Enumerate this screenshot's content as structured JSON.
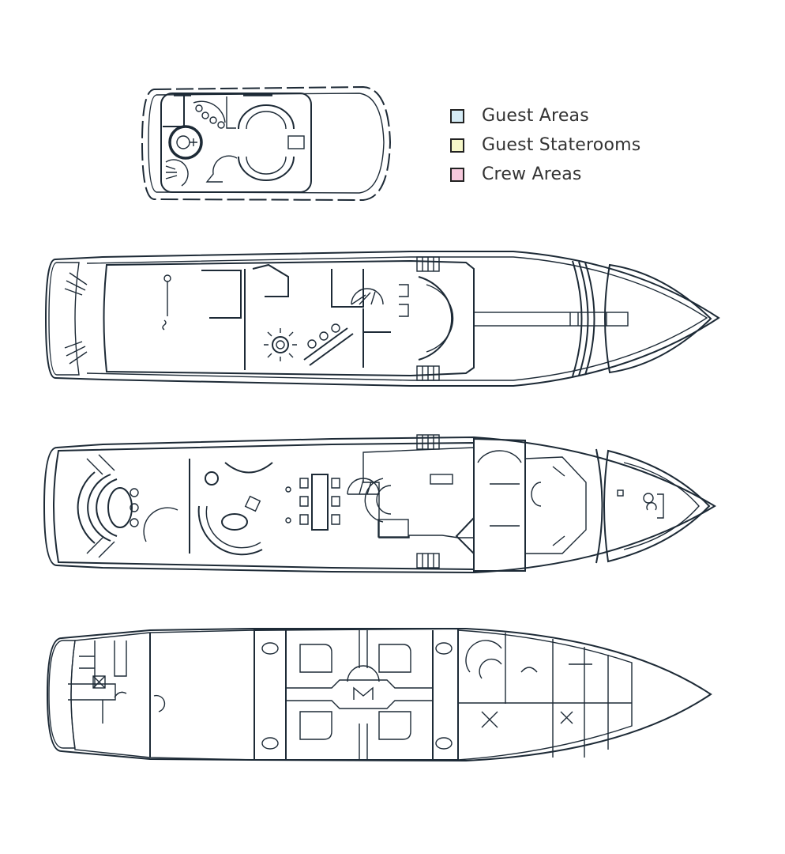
{
  "legend": {
    "items": [
      {
        "label": "Guest Areas",
        "color": "#d6ecf6"
      },
      {
        "label": "Guest Staterooms",
        "color": "#f6f7c9"
      },
      {
        "label": "Crew Areas",
        "color": "#f6c9dc"
      }
    ]
  },
  "colors": {
    "guest_areas": "#d6ecf6",
    "guest_staterooms": "#f6f7c9",
    "crew_areas": "#f6c9dc",
    "outline": "#1d2a36",
    "background": "#ffffff"
  },
  "decks": [
    {
      "id": "sun-deck",
      "zones": [
        "Guest Areas"
      ]
    },
    {
      "id": "bridge-deck",
      "zones": [
        "Guest Areas"
      ]
    },
    {
      "id": "main-deck",
      "zones": [
        "Guest Areas",
        "Crew Areas",
        "Guest Staterooms"
      ]
    },
    {
      "id": "lower-deck",
      "zones": [
        "Guest Areas",
        "Crew Areas",
        "Guest Staterooms"
      ]
    }
  ]
}
